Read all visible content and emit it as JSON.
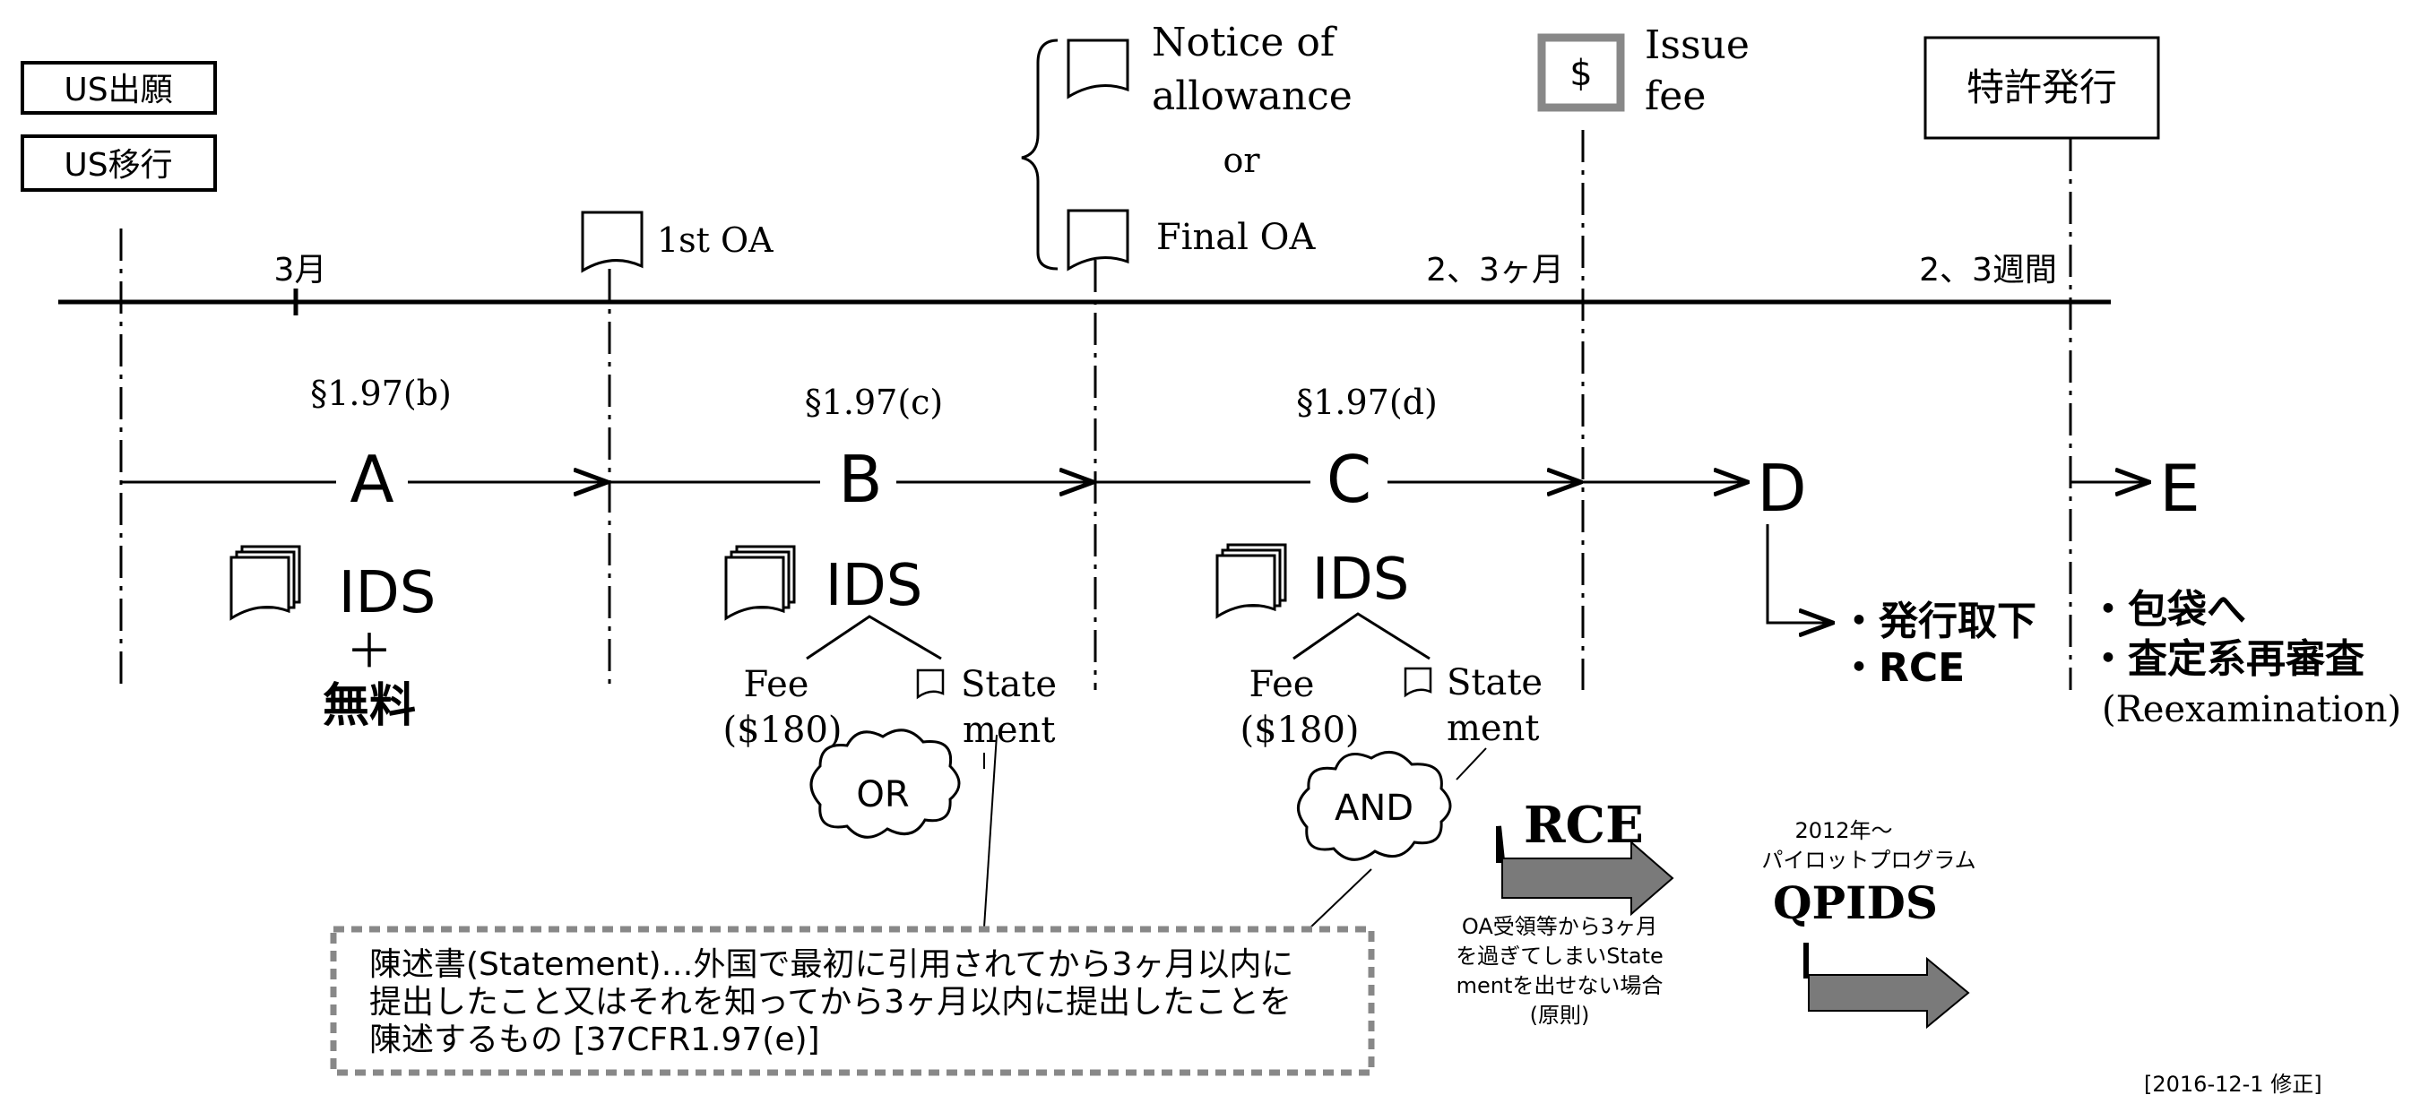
{
  "start_labels": {
    "filing": "US出願",
    "transition": "US移行"
  },
  "period_labels": {
    "three_months": "3月",
    "two_three_months": "2、3ヶ月",
    "two_three_weeks": "2、3週間"
  },
  "events": {
    "first_oa": "1st OA",
    "allowance_line1": "Notice of",
    "allowance_line2": "allowance",
    "or_word": "or",
    "final_oa": "Final OA",
    "issue_fee_symbol": "$",
    "issue_fee_line1": "Issue",
    "issue_fee_line2": "fee",
    "patent_issued": "特許発行"
  },
  "stages": {
    "A": {
      "letter": "A",
      "rule": "§1.97(b)",
      "ids": "IDS",
      "plus": "＋",
      "free": "無料"
    },
    "B": {
      "letter": "B",
      "rule": "§1.97(c)",
      "ids": "IDS",
      "fee_line1": "Fee",
      "fee_line2": "($180)",
      "statement_line1": "State",
      "statement_line2": "ment",
      "cloud": "OR"
    },
    "C": {
      "letter": "C",
      "rule": "§1.97(d)",
      "ids": "IDS",
      "fee_line1": "Fee",
      "fee_line2": "($180)",
      "statement_line1": "State",
      "statement_line2": "ment",
      "cloud": "AND"
    },
    "D": {
      "letter": "D",
      "option1": "・発行取下",
      "option2": "・RCE"
    },
    "E": {
      "letter": "E",
      "option1": "・包袋へ",
      "option2": "・査定系再審査",
      "option3": "(Reexamination)"
    }
  },
  "statement_note": {
    "line1": "陳述書(Statement)…外国で最初に引用されてから3ヶ月以内に",
    "line2": "提出したこと又はそれを知ってから3ヶ月以内に提出したことを",
    "line3": "陳述するもの [37CFR1.97(e)]"
  },
  "rce_box": {
    "title": "RCE",
    "caption_line1": "OA受領等から3ヶ月",
    "caption_line2": "を過ぎてしまいState",
    "caption_line3": "mentを出せない場合",
    "caption_line4": "(原則)"
  },
  "qpids_box": {
    "year": "2012年～",
    "program": "パイロットプログラム",
    "title": "QPIDS"
  },
  "revision_note": "[2016-12-1 修正]"
}
